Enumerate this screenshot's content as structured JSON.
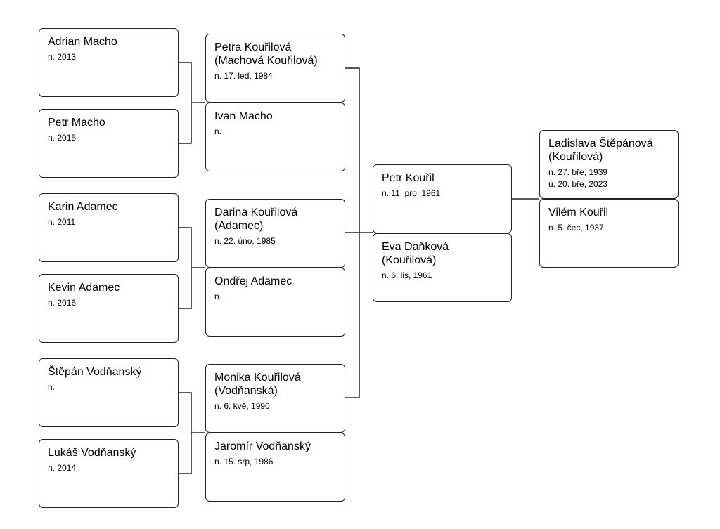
{
  "persons": {
    "adrian": {
      "name": "Adrian Macho",
      "line1": "n. 2013"
    },
    "petrm": {
      "name": "Petr Macho",
      "line1": "n. 2015"
    },
    "karin": {
      "name": "Karin Adamec",
      "line1": "n. 2011"
    },
    "kevin": {
      "name": "Kevin Adamec",
      "line1": "n. 2016"
    },
    "stepan": {
      "name": "Štěpán Vodňanský",
      "line1": "n."
    },
    "lukas": {
      "name": "Lukáš Vodňanský",
      "line1": "n. 2014"
    },
    "petra": {
      "name": "Petra Kouřilová\n(Machová Kouřilová)",
      "line1": "n. 17. led, 1984"
    },
    "ivan": {
      "name": "Ivan Macho",
      "line1": "n."
    },
    "darina": {
      "name": "Darina Kouřilová\n(Adamec)",
      "line1": "n. 22. úno, 1985"
    },
    "ondrej": {
      "name": "Ondřej Adamec",
      "line1": "n."
    },
    "monika": {
      "name": "Monika Kouřilová\n(Vodňanská)",
      "line1": "n. 6. kvě, 1990"
    },
    "jaromir": {
      "name": "Jaromír Vodňanský",
      "line1": "n. 15. srp, 1986"
    },
    "petrk": {
      "name": "Petr Kouřil",
      "line1": "n. 11. pro, 1961"
    },
    "eva": {
      "name": "Eva Daňková\n(Kouřilová)",
      "line1": "n. 6. lis, 1961"
    },
    "ladislava": {
      "name": "Ladislava Štěpánová\n(Kouřilová)",
      "line1": "n. 27. bře, 1939",
      "line2": "ú. 20. bře, 2023"
    },
    "vilem": {
      "name": "Vilém Kouřil",
      "line1": "n. 5. čec, 1937"
    }
  },
  "colors": {
    "border": "#222222",
    "line": "#222222",
    "background": "#ffffff"
  }
}
